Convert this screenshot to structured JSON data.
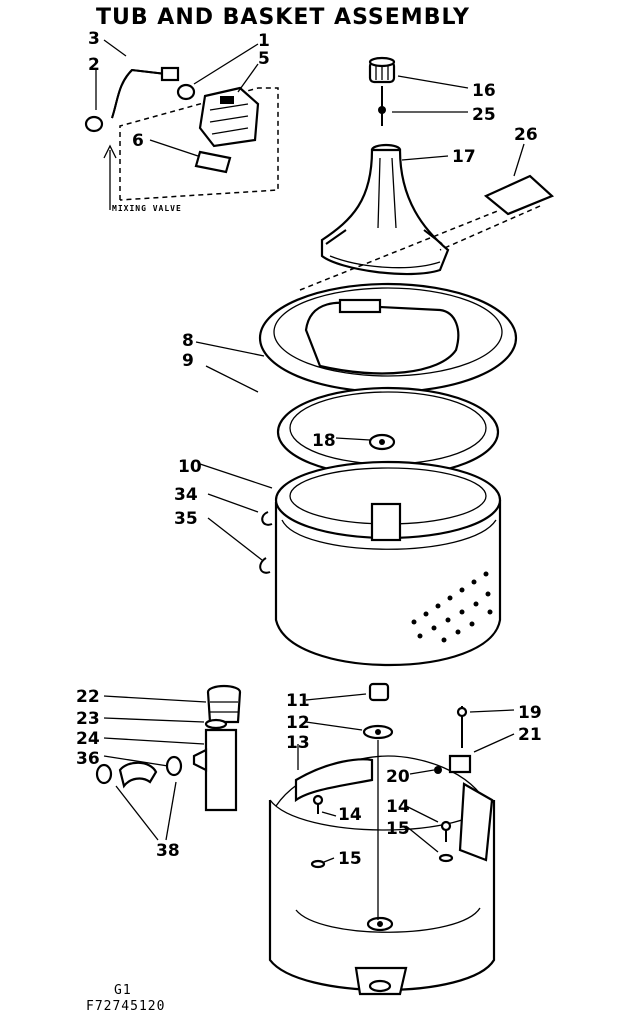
{
  "title": "TUB AND BASKET ASSEMBLY",
  "inset_label": "MIXING VALVE",
  "footer": {
    "line1": "G1",
    "line2": "F72745120"
  },
  "callouts": {
    "c3": "3",
    "c1": "1",
    "c2": "2",
    "c5": "5",
    "c6": "6",
    "c16": "16",
    "c25": "25",
    "c26": "26",
    "c17": "17",
    "c8": "8",
    "c9": "9",
    "c18": "18",
    "c10": "10",
    "c34": "34",
    "c35": "35",
    "c22": "22",
    "c23": "23",
    "c24": "24",
    "c36": "36",
    "c38": "38",
    "c11": "11",
    "c12": "12",
    "c13": "13",
    "c19": "19",
    "c21": "21",
    "c20": "20",
    "c14a": "14",
    "c14b": "14",
    "c15a": "15",
    "c15b": "15"
  }
}
